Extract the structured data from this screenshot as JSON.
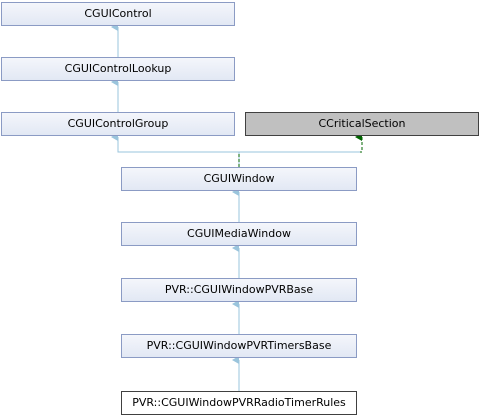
{
  "nodes": {
    "cguicontrol": "CGUIControl",
    "cguicontrollookup": "CGUIControlLookup",
    "cguicontrolgroup": "CGUIControlGroup",
    "ccriticalsection": "CCriticalSection",
    "cguiwindow": "CGUIWindow",
    "cguimediawindow": "CGUIMediaWindow",
    "pvr_cguiwindowpvrbase": "PVR::CGUIWindowPVRBase",
    "pvr_cguiwindowpvrtimersbase": "PVR::CGUIWindowPVRTimersBase",
    "pvr_cguiwindowpvrradiotimerrules": "PVR::CGUIWindowPVRRadioTimerRules"
  },
  "colors": {
    "public_inheritance_arrow": "#9ac4dc",
    "protected_inheritance_arrow": "#006400",
    "node_border": "#8b9bc4",
    "node_fill": "#e2e8f4",
    "highlight_fill": "#c0c0c0",
    "highlight_border": "#404040"
  }
}
